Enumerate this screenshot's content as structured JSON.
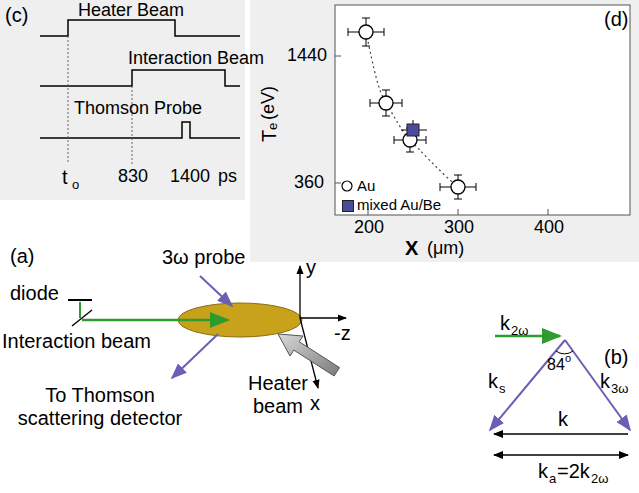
{
  "diagram": {
    "labels": [
      "(c)",
      "Heater Beam",
      "Interaction Beam",
      "Thomson Probe",
      "t",
      "o",
      "830",
      "1400",
      "ps",
      "(d)",
      "1440",
      "T",
      "e",
      "(eV)",
      "360",
      "200",
      "300",
      "400",
      "X",
      "(μm)",
      "(a)",
      "3ω probe",
      "diode",
      "Interaction beam",
      "y",
      "-z",
      "x",
      "Heater beam",
      "To Thomson scattering detector",
      "(b)",
      "k",
      "2ω",
      "k",
      "s",
      "84",
      "o",
      "k",
      "3ω",
      "k",
      "k",
      "a",
      "=2k",
      "2ω"
    ],
    "legend": [
      {
        "text": "Au"
      },
      {
        "text": "mixed Au/Be",
        "color": "#4b4b9b"
      }
    ]
  }
}
